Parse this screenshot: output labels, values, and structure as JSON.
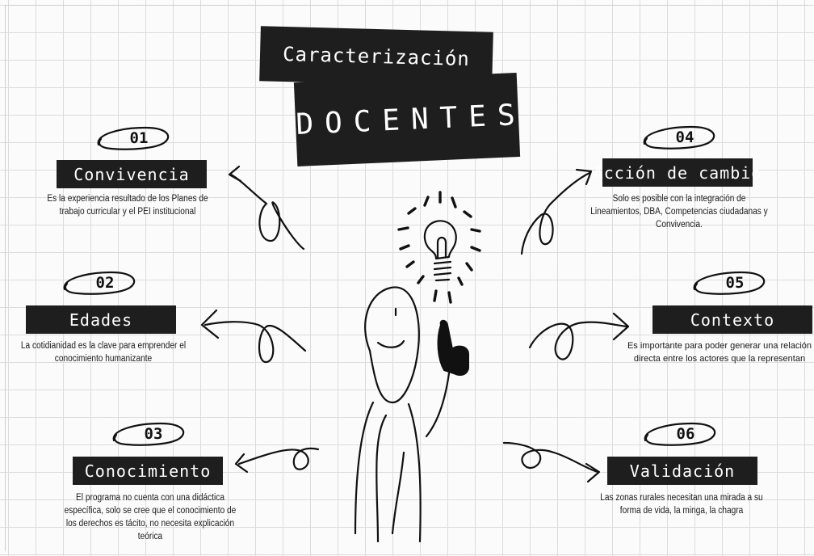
{
  "title": {
    "line1": "Caracterización",
    "line2": "DOCENTES"
  },
  "items": [
    {
      "number": "01",
      "label": "Convivencia",
      "desc_lines": [
        "Es la experiencia resultado de los Planes de",
        "trabajo curricular y el PEI institucional"
      ]
    },
    {
      "number": "02",
      "label": "Edades",
      "desc_lines": [
        "La cotidianidad es la clave para emprender el",
        "conocimiento humanizante"
      ]
    },
    {
      "number": "03",
      "label": "Conocimiento",
      "desc_lines": [
        "El programa no cuenta con una didáctica",
        "específica, solo se cree que el conocimiento de",
        "los derechos es tácito, no necesita explicación",
        "teórica"
      ]
    },
    {
      "number": "04",
      "label": "Acción de cambio",
      "desc_lines": [
        "Solo es posible con la integración de",
        "Lineamientos, DBA, Competencias ciudadanas y",
        "Convivencia."
      ]
    },
    {
      "number": "05",
      "label": "Contexto",
      "desc_lines": [
        "Es importante para poder generar una relación",
        "directa entre los actores que la representan"
      ]
    },
    {
      "number": "06",
      "label": "Validación",
      "desc_lines": [
        "Las zonas rurales necesitan una mirada a su",
        "forma de vida, la minga, la chagra"
      ]
    }
  ]
}
